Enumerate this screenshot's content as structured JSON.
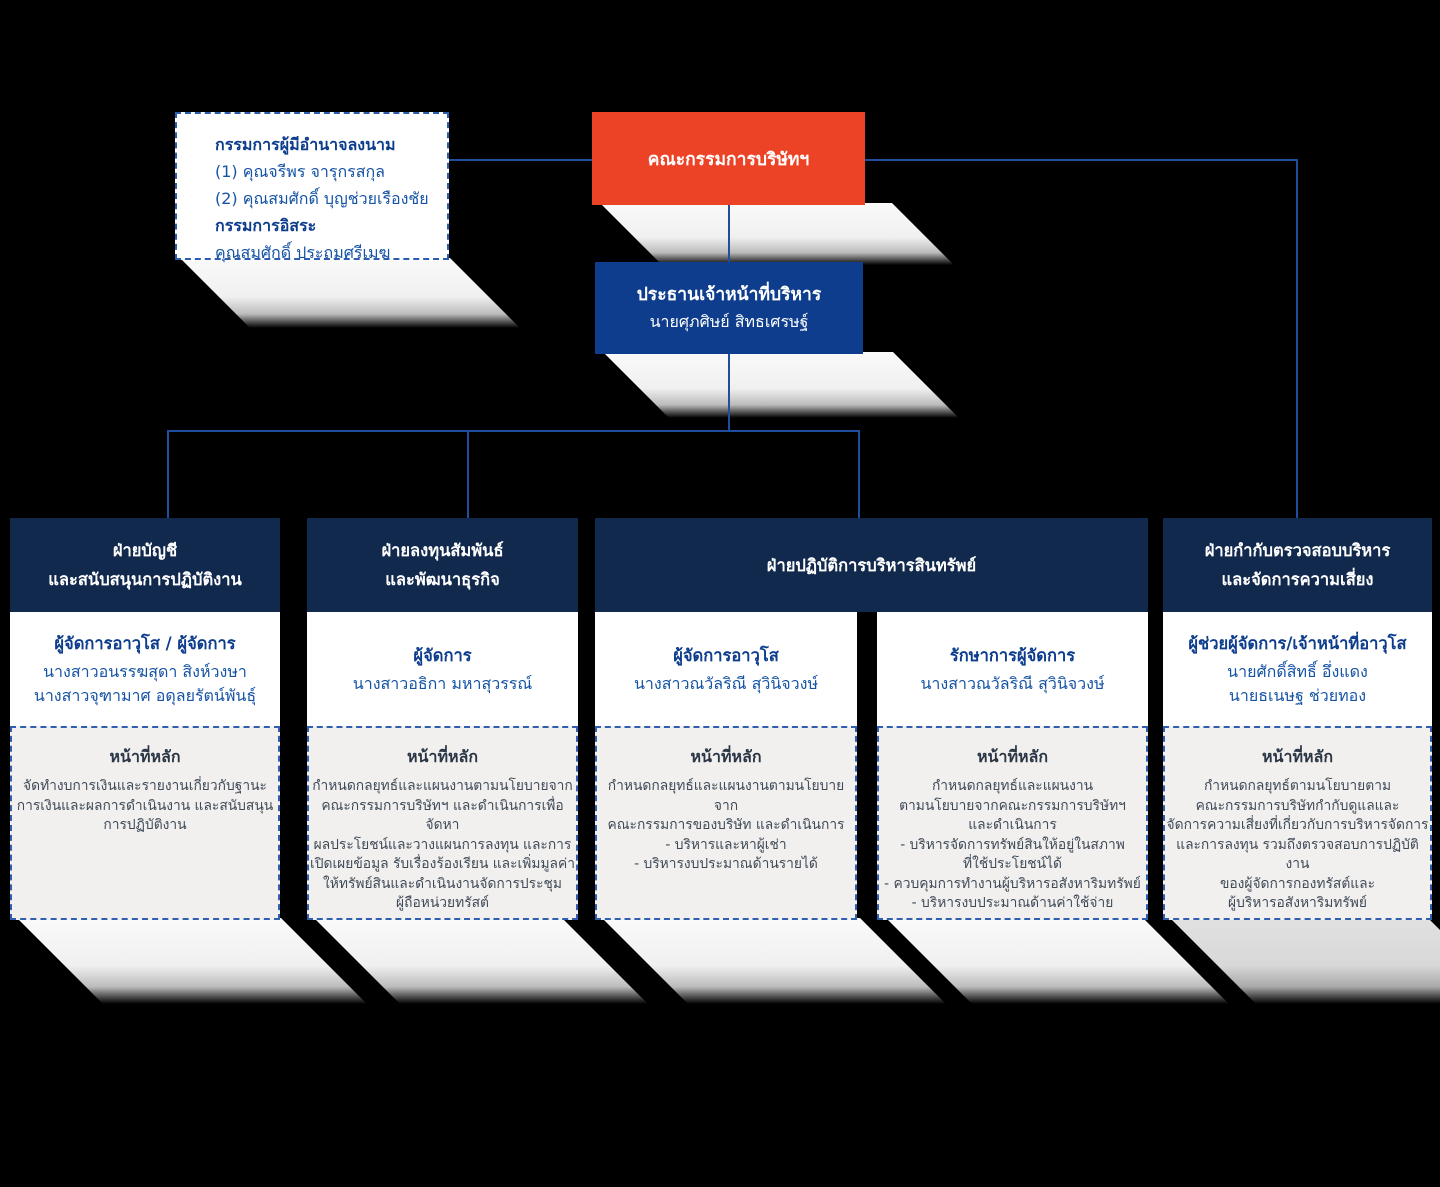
{
  "signatories_box": {
    "heading_signing": "กรรมการผู้มีอำนาจลงนาม",
    "signing_members": [
      "(1) คุณจรีพร จารุกรสกุล",
      "(2) คุณสมศักดิ์ บุญช่วยเรืองชัย"
    ],
    "heading_independent": "กรรมการอิสระ",
    "independent_members": [
      "คุณสมศักดิ์ ประถมศรีเมฆ"
    ]
  },
  "board": {
    "title": "คณะกรรมการบริษัทฯ"
  },
  "ceo": {
    "title": "ประธานเจ้าหน้าที่บริหาร",
    "name": "นายศุภศิษย์ สิทธเศรษฐ์"
  },
  "departments": [
    {
      "name_lines": [
        "ฝ่ายบัญชี",
        "และสนับสนุนการปฏิบัติงาน"
      ],
      "role": "ผู้จัดการอาวุโส / ผู้จัดการ",
      "people": [
        "นางสาวอนรรฆสุดา สิงห์วงษา",
        "นางสาวจุฑามาศ อดุลยรัตน์พันธุ์"
      ],
      "duty_heading": "หน้าที่หลัก",
      "duty_lines": [
        "จัดทำงบการเงินและรายงานเกี่ยวกับฐานะ",
        "การเงินและผลการดำเนินงาน และสนับสนุน",
        "การปฏิบัติงาน"
      ]
    },
    {
      "name_lines": [
        "ฝ่ายลงทุนสัมพันธ์",
        "และพัฒนาธุรกิจ"
      ],
      "role": "ผู้จัดการ",
      "people": [
        "นางสาวอธิกา มหาสุวรรณ์"
      ],
      "duty_heading": "หน้าที่หลัก",
      "duty_lines": [
        "กำหนดกลยุทธ์และแผนงานตามนโยบายจาก",
        "คณะกรรมการบริษัทฯ และดำเนินการเพื่อจัดหา",
        "ผลประโยชน์และวางแผนการลงทุน และการ",
        "เปิดเผยข้อมูล รับเรื่องร้องเรียน และเพิ่มมูลค่า",
        "ให้ทรัพย์สินและดำเนินงานจัดการประชุม",
        "ผู้ถือหน่วยทรัสต์"
      ]
    },
    {
      "name_lines": [
        "ฝ่ายปฏิบัติการบริหารสินทรัพย์"
      ],
      "subunits": [
        {
          "role": "ผู้จัดการอาวุโส",
          "people": [
            "นางสาวณวัลริณี สุวินิจวงษ์"
          ],
          "duty_heading": "หน้าที่หลัก",
          "duty_lines": [
            "กำหนดกลยุทธ์และแผนงานตามนโยบายจาก",
            "คณะกรรมการของบริษัท และดำเนินการ",
            "- บริหารและหาผู้เช่า",
            "- บริหารงบประมาณด้านรายได้"
          ]
        },
        {
          "role": "รักษาการผู้จัดการ",
          "people": [
            "นางสาวณวัลริณี สุวินิจวงษ์"
          ],
          "duty_heading": "หน้าที่หลัก",
          "duty_lines": [
            "กำหนดกลยุทธ์และแผนงาน",
            "ตามนโยบายจากคณะกรรมการบริษัทฯ",
            "และดำเนินการ",
            "- บริหารจัดการทรัพย์สินให้อยู่ในสภาพ",
            "ที่ใช้ประโยชน์ได้",
            "- ควบคุมการทำงานผู้บริหารอสังหาริมทรัพย์",
            "- บริหารงบประมาณด้านค่าใช้จ่าย"
          ]
        }
      ]
    },
    {
      "name_lines": [
        "ฝ่ายกำกับตรวจสอบบริหาร",
        "และจัดการความเสี่ยง"
      ],
      "role": "ผู้ช่วยผู้จัดการ/เจ้าหน้าที่อาวุโส",
      "people": [
        "นายศักดิ์สิทธิ์ อึ่งแดง",
        "นายธเนษฐ ช่วยทอง"
      ],
      "duty_heading": "หน้าที่หลัก",
      "duty_lines": [
        "กำหนดกลยุทธ์ตามนโยบายตาม",
        "คณะกรรมการบริษัทกำกับดูแลและ",
        "จัดการความเสี่ยงที่เกี่ยวกับการบริหารจัดการ",
        "และการลงทุน รวมถึงตรวจสอบการปฏิบัติงาน",
        "ของผู้จัดการกองทรัสต์และ",
        "ผู้บริหารอสังหาริมทรัพย์"
      ]
    }
  ],
  "colors": {
    "background": "#000000",
    "board_red": "#ec4225",
    "header_navy": "#12294e",
    "ceo_blue": "#0d3d8c",
    "text_blue": "#1553a5",
    "line_blue": "#1d4f9e",
    "panel_gray": "#f1f0ef"
  }
}
